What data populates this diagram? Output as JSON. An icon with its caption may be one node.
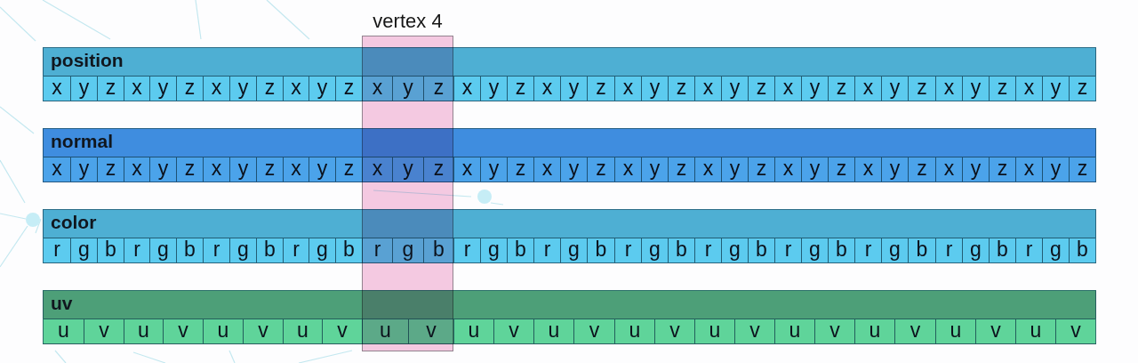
{
  "diagram": {
    "nodes": [
      {
        "text": [
          "vertex 4"
        ]
      },
      {
        "text": [
          "position"
        ]
      },
      {
        "text": [
          "x"
        ],
        "in": 1
      },
      {
        "text": [
          "y"
        ],
        "in": 1
      },
      {
        "text": [
          "z"
        ],
        "in": 1
      },
      {
        "text": [
          "x"
        ],
        "in": 1
      },
      {
        "text": [
          "y"
        ],
        "in": 1
      },
      {
        "text": [
          "z"
        ],
        "in": 1
      },
      {
        "text": [
          "x"
        ],
        "in": 1
      },
      {
        "text": [
          "y"
        ],
        "in": 1
      },
      {
        "text": [
          "z"
        ],
        "in": 1
      },
      {
        "text": [
          "x"
        ],
        "in": 1
      },
      {
        "text": [
          "y"
        ],
        "in": 1
      },
      {
        "text": [
          "z"
        ],
        "in": 1
      },
      {
        "text": [
          "x"
        ]
      },
      {
        "text": [
          "y"
        ]
      },
      {
        "text": [
          "z"
        ]
      },
      {
        "text": [
          "x"
        ],
        "in": 1
      },
      {
        "text": [
          "y"
        ],
        "in": 1
      },
      {
        "text": [
          "z"
        ],
        "in": 1
      },
      {
        "text": [
          "x"
        ],
        "in": 1
      },
      {
        "text": [
          "y"
        ],
        "in": 1
      },
      {
        "text": [
          "z"
        ],
        "in": 1
      },
      {
        "text": [
          "x"
        ],
        "in": 1
      },
      {
        "text": [
          "y"
        ],
        "in": 1
      },
      {
        "text": [
          "z"
        ],
        "in": 1
      },
      {
        "text": [
          "x"
        ],
        "in": 1
      },
      {
        "text": [
          "y"
        ],
        "in": 1
      },
      {
        "text": [
          "z"
        ],
        "in": 1
      },
      {
        "text": [
          "x"
        ],
        "in": 1
      },
      {
        "text": [
          "y"
        ],
        "in": 1
      },
      {
        "text": [
          "z"
        ],
        "in": 1
      },
      {
        "text": [
          "x"
        ],
        "in": 1
      },
      {
        "text": [
          "y"
        ],
        "in": 1
      },
      {
        "text": [
          "z"
        ],
        "in": 1
      },
      {
        "text": [
          "x"
        ],
        "in": 1
      },
      {
        "text": [
          "y"
        ],
        "in": 1
      },
      {
        "text": [
          "z"
        ],
        "in": 1
      },
      {
        "text": [
          "x"
        ],
        "in": 1
      },
      {
        "text": [
          "y"
        ],
        "in": 1
      },
      {
        "text": [
          "z"
        ],
        "in": 1
      },
      {
        "text": [
          "normal"
        ]
      },
      {
        "text": [
          "x"
        ],
        "in": 41
      },
      {
        "text": [
          "y"
        ],
        "in": 41
      },
      {
        "text": [
          "z"
        ],
        "in": 41
      },
      {
        "text": [
          "x"
        ],
        "in": 41
      },
      {
        "text": [
          "y"
        ],
        "in": 41
      },
      {
        "text": [
          "z"
        ],
        "in": 41
      },
      {
        "text": [
          "x"
        ],
        "in": 41
      },
      {
        "text": [
          "y"
        ],
        "in": 41
      },
      {
        "text": [
          "z"
        ],
        "in": 41
      },
      {
        "text": [
          "x"
        ],
        "in": 41
      },
      {
        "text": [
          "y"
        ],
        "in": 41
      },
      {
        "text": [
          "z"
        ],
        "in": 41
      },
      {
        "text": [
          "x"
        ]
      },
      {
        "text": [
          "y"
        ]
      },
      {
        "text": [
          "z"
        ]
      },
      {
        "text": [
          "x"
        ],
        "in": 41
      },
      {
        "text": [
          "y"
        ],
        "in": 41
      },
      {
        "text": [
          "z"
        ],
        "in": 41
      },
      {
        "text": [
          "x"
        ],
        "in": 41
      },
      {
        "text": [
          "y"
        ],
        "in": 41
      },
      {
        "text": [
          "z"
        ],
        "in": 41
      },
      {
        "text": [
          "x"
        ],
        "in": 41
      },
      {
        "text": [
          "y"
        ],
        "in": 41
      },
      {
        "text": [
          "z"
        ],
        "in": 41
      },
      {
        "text": [
          "x"
        ],
        "in": 41
      },
      {
        "text": [
          "y"
        ],
        "in": 41
      },
      {
        "text": [
          "z"
        ],
        "in": 41
      },
      {
        "text": [
          "x"
        ],
        "in": 41
      },
      {
        "text": [
          "y"
        ],
        "in": 41
      },
      {
        "text": [
          "z"
        ],
        "in": 41
      },
      {
        "text": [
          "x"
        ],
        "in": 41
      },
      {
        "text": [
          "y"
        ],
        "in": 41
      },
      {
        "text": [
          "z"
        ],
        "in": 41
      },
      {
        "text": [
          "x"
        ],
        "in": 41
      },
      {
        "text": [
          "y"
        ],
        "in": 41
      },
      {
        "text": [
          "z"
        ],
        "in": 41
      },
      {
        "text": [
          "x"
        ],
        "in": 41
      },
      {
        "text": [
          "y"
        ],
        "in": 41
      },
      {
        "text": [
          "z"
        ],
        "in": 41
      },
      {
        "text": [
          "color"
        ]
      },
      {
        "text": [
          "r"
        ],
        "in": 81
      },
      {
        "text": [
          "g"
        ],
        "in": 81
      },
      {
        "text": [
          "b"
        ],
        "in": 81
      },
      {
        "text": [
          "r"
        ],
        "in": 81
      },
      {
        "text": [
          "g"
        ],
        "in": 81
      },
      {
        "text": [
          "b"
        ],
        "in": 81
      },
      {
        "text": [
          "r"
        ],
        "in": 81
      },
      {
        "text": [
          "g"
        ],
        "in": 81
      },
      {
        "text": [
          "b"
        ],
        "in": 81
      },
      {
        "text": [
          "r"
        ],
        "in": 81
      },
      {
        "text": [
          "g"
        ],
        "in": 81
      },
      {
        "text": [
          "b"
        ],
        "in": 81
      },
      {
        "text": [
          "r"
        ]
      },
      {
        "text": [
          "g"
        ]
      },
      {
        "text": [
          "b"
        ]
      },
      {
        "text": [
          "r"
        ],
        "in": 81
      },
      {
        "text": [
          "g"
        ],
        "in": 81
      },
      {
        "text": [
          "b"
        ],
        "in": 81
      },
      {
        "text": [
          "r"
        ],
        "in": 81
      },
      {
        "text": [
          "g"
        ],
        "in": 81
      },
      {
        "text": [
          "b"
        ],
        "in": 81
      },
      {
        "text": [
          "r"
        ],
        "in": 81
      },
      {
        "text": [
          "g"
        ],
        "in": 81
      },
      {
        "text": [
          "b"
        ],
        "in": 81
      },
      {
        "text": [
          "r"
        ],
        "in": 81
      },
      {
        "text": [
          "g"
        ],
        "in": 81
      },
      {
        "text": [
          "b"
        ],
        "in": 81
      },
      {
        "text": [
          "r"
        ],
        "in": 81
      },
      {
        "text": [
          "g"
        ],
        "in": 81
      },
      {
        "text": [
          "b"
        ],
        "in": 81
      },
      {
        "text": [
          "r"
        ],
        "in": 81
      },
      {
        "text": [
          "g"
        ],
        "in": 81
      },
      {
        "text": [
          "b"
        ],
        "in": 81
      },
      {
        "text": [
          "r"
        ],
        "in": 81
      },
      {
        "text": [
          "g"
        ],
        "in": 81
      },
      {
        "text": [
          "b"
        ],
        "in": 81
      },
      {
        "text": [
          "r"
        ],
        "in": 81
      },
      {
        "text": [
          "g"
        ],
        "in": 81
      },
      {
        "text": [
          "b"
        ],
        "in": 81
      },
      {
        "text": [
          "uv"
        ]
      },
      {
        "text": [
          "u"
        ],
        "in": 121
      },
      {
        "text": [
          "v"
        ],
        "in": 121
      },
      {
        "text": [
          "u"
        ],
        "in": 121
      },
      {
        "text": [
          "v"
        ],
        "in": 121
      },
      {
        "text": [
          "u"
        ],
        "in": 121
      },
      {
        "text": [
          "v"
        ],
        "in": 121
      },
      {
        "text": [
          "u"
        ],
        "in": 121
      },
      {
        "text": [
          "v"
        ],
        "in": 121
      },
      {
        "text": [
          "u"
        ]
      },
      {
        "text": [
          "v"
        ]
      },
      {
        "text": [
          "u"
        ],
        "in": 121
      },
      {
        "text": [
          "v"
        ],
        "in": 121
      },
      {
        "text": [
          "u"
        ],
        "in": 121
      },
      {
        "text": [
          "v"
        ],
        "in": 121
      },
      {
        "text": [
          "u"
        ],
        "in": 121
      },
      {
        "text": [
          "v"
        ],
        "in": 121
      },
      {
        "text": [
          "u"
        ],
        "in": 121
      },
      {
        "text": [
          "v"
        ],
        "in": 121
      },
      {
        "text": [
          "u"
        ],
        "in": 121
      },
      {
        "text": [
          "v"
        ],
        "in": 121
      },
      {
        "text": [
          "u"
        ],
        "in": 121
      },
      {
        "text": [
          "v"
        ],
        "in": 121
      },
      {
        "text": [
          "u"
        ],
        "in": 121
      },
      {
        "text": [
          "v"
        ],
        "in": 121
      },
      {
        "text": [
          "u"
        ],
        "in": 121
      },
      {
        "text": [
          "v"
        ],
        "in": 121
      }
    ]
  }
}
